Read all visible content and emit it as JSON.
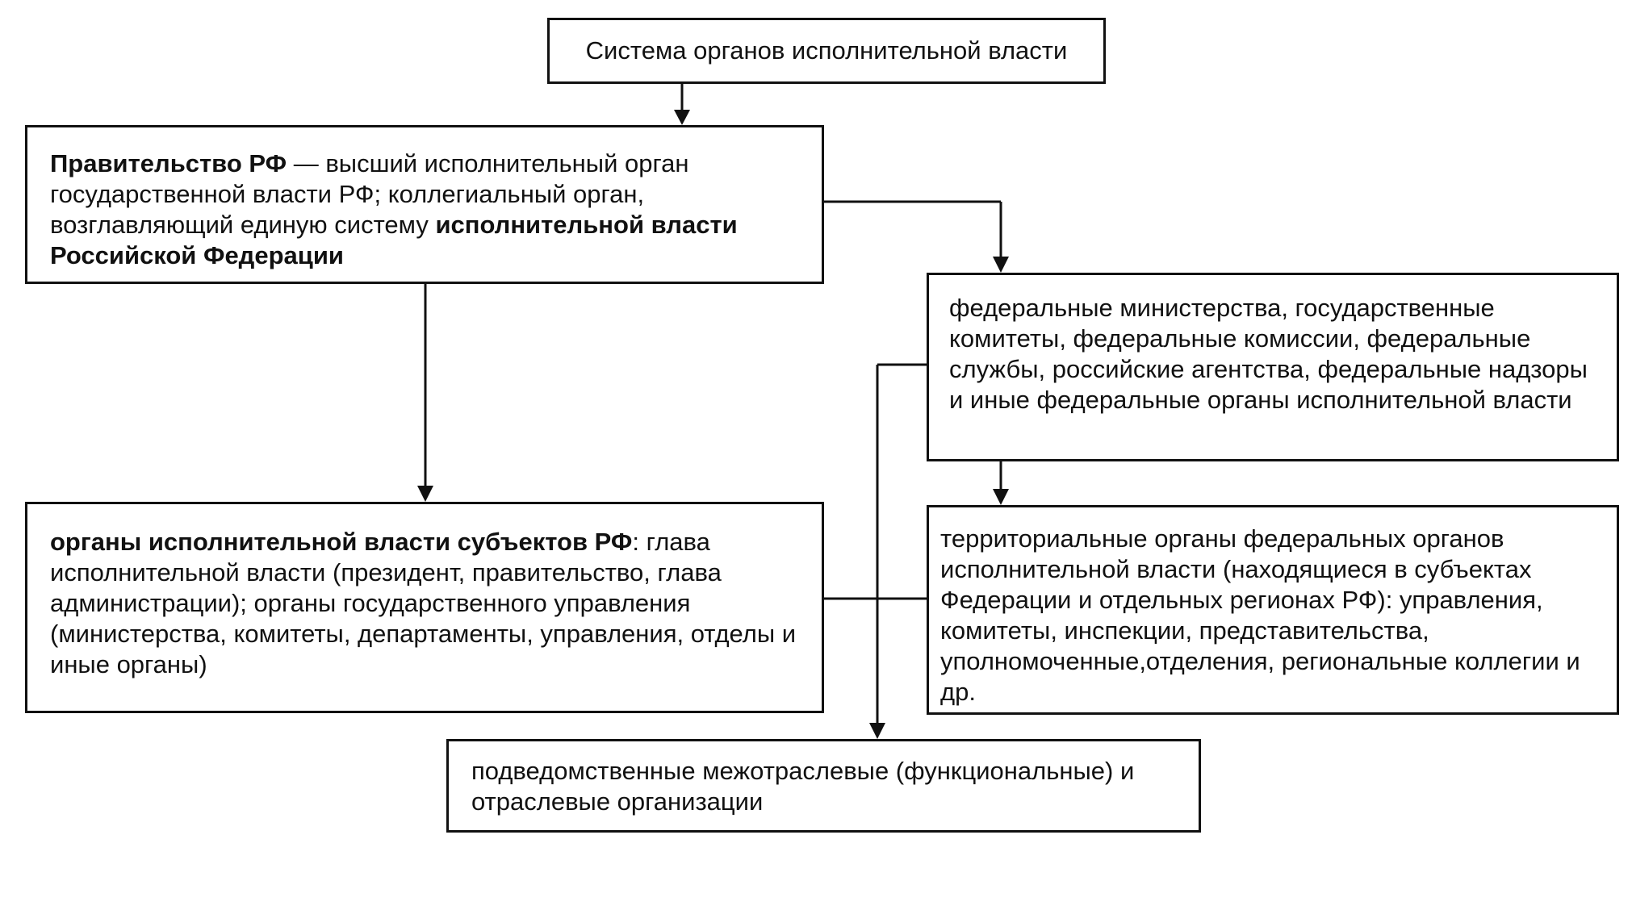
{
  "diagram": {
    "title": "Система органов исполнительной власти",
    "government": {
      "bold_a": "Правительство РФ",
      "text_a": " — высший исполнительный орган государственной власти РФ; коллегиальный орган, возглавляющий единую систему ",
      "bold_b": "исполнительной власти Российской Федерации"
    },
    "federal_bodies": {
      "text": "федеральные министерства, государственные комитеты, федеральные комиссии, федеральные службы, российские агентства, федеральные надзоры и иные федеральные органы исполнительной власти"
    },
    "regional_bodies": {
      "bold": "органы исполнительной власти субъектов РФ",
      "text": ": глава исполнительной власти (президент, правительство, глава администрации); органы государственного управления (министерства, комитеты, департаменты, управления, отделы и иные органы)"
    },
    "territorial_bodies": {
      "text": "территориальные органы федеральных органов исполнительной власти (находящиеся в субъектах Федерации и отдельных регионах РФ): управления, комитеты, инспекции, представительства, уполномоченные,отделения, региональные коллегии и др."
    },
    "subordinate_orgs": {
      "text": "подведомственные межотраслевые (функциональные) и отраслевые организации"
    }
  },
  "colors": {
    "line": "#111111",
    "background": "#ffffff"
  }
}
